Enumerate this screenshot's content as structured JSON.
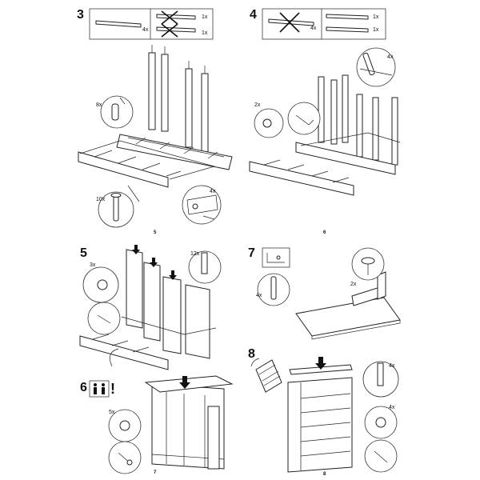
{
  "steps": [
    {
      "number": "3",
      "parts_badges": [
        "4x",
        "1x",
        "1x"
      ],
      "callouts": [
        "8x",
        "10x",
        "4x"
      ],
      "page": "5"
    },
    {
      "number": "4",
      "parts_badges": [
        "4x",
        "1x",
        "1x"
      ],
      "callouts": [
        "4x",
        "2x"
      ],
      "page": "6"
    },
    {
      "number": "5",
      "callouts": [
        "3x",
        "12x"
      ]
    },
    {
      "number": "6",
      "warning": "!",
      "callouts": [
        "5x"
      ],
      "page": "7"
    },
    {
      "number": "7",
      "callouts": [
        "4x",
        "2x"
      ]
    },
    {
      "number": "8",
      "callouts": [
        "4x",
        "4x"
      ],
      "page": "8"
    }
  ],
  "icons": [
    "no-sign-icon",
    "two-persons-icon",
    "screwdriver-icon",
    "downward-arrow-icon",
    "circle-detail-icon"
  ]
}
